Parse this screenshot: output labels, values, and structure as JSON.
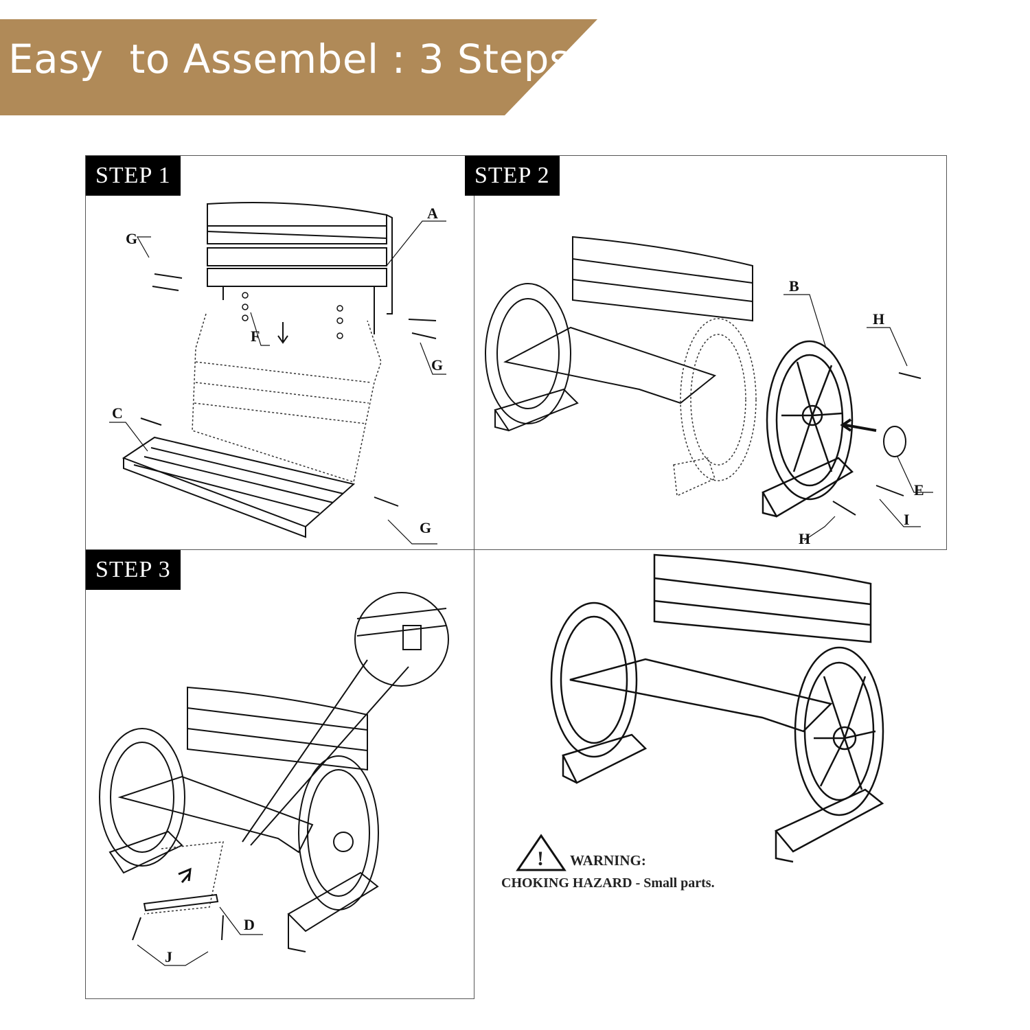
{
  "banner": {
    "title": "Easy  to Assembel : 3 Steps",
    "color": "#b08a58"
  },
  "steps": [
    {
      "tag": "STEP  1",
      "labels": [
        "A",
        "G",
        "F",
        "G",
        "C",
        "G"
      ]
    },
    {
      "tag": "STEP  2",
      "labels": [
        "B",
        "H",
        "E",
        "I",
        "H"
      ]
    },
    {
      "tag": "STEP  3",
      "labels": [
        "D",
        "J"
      ]
    }
  ],
  "warning": {
    "title": "WARNING:",
    "text": "CHOKING HAZARD - Small parts.",
    "icon": "warning-triangle-icon"
  }
}
